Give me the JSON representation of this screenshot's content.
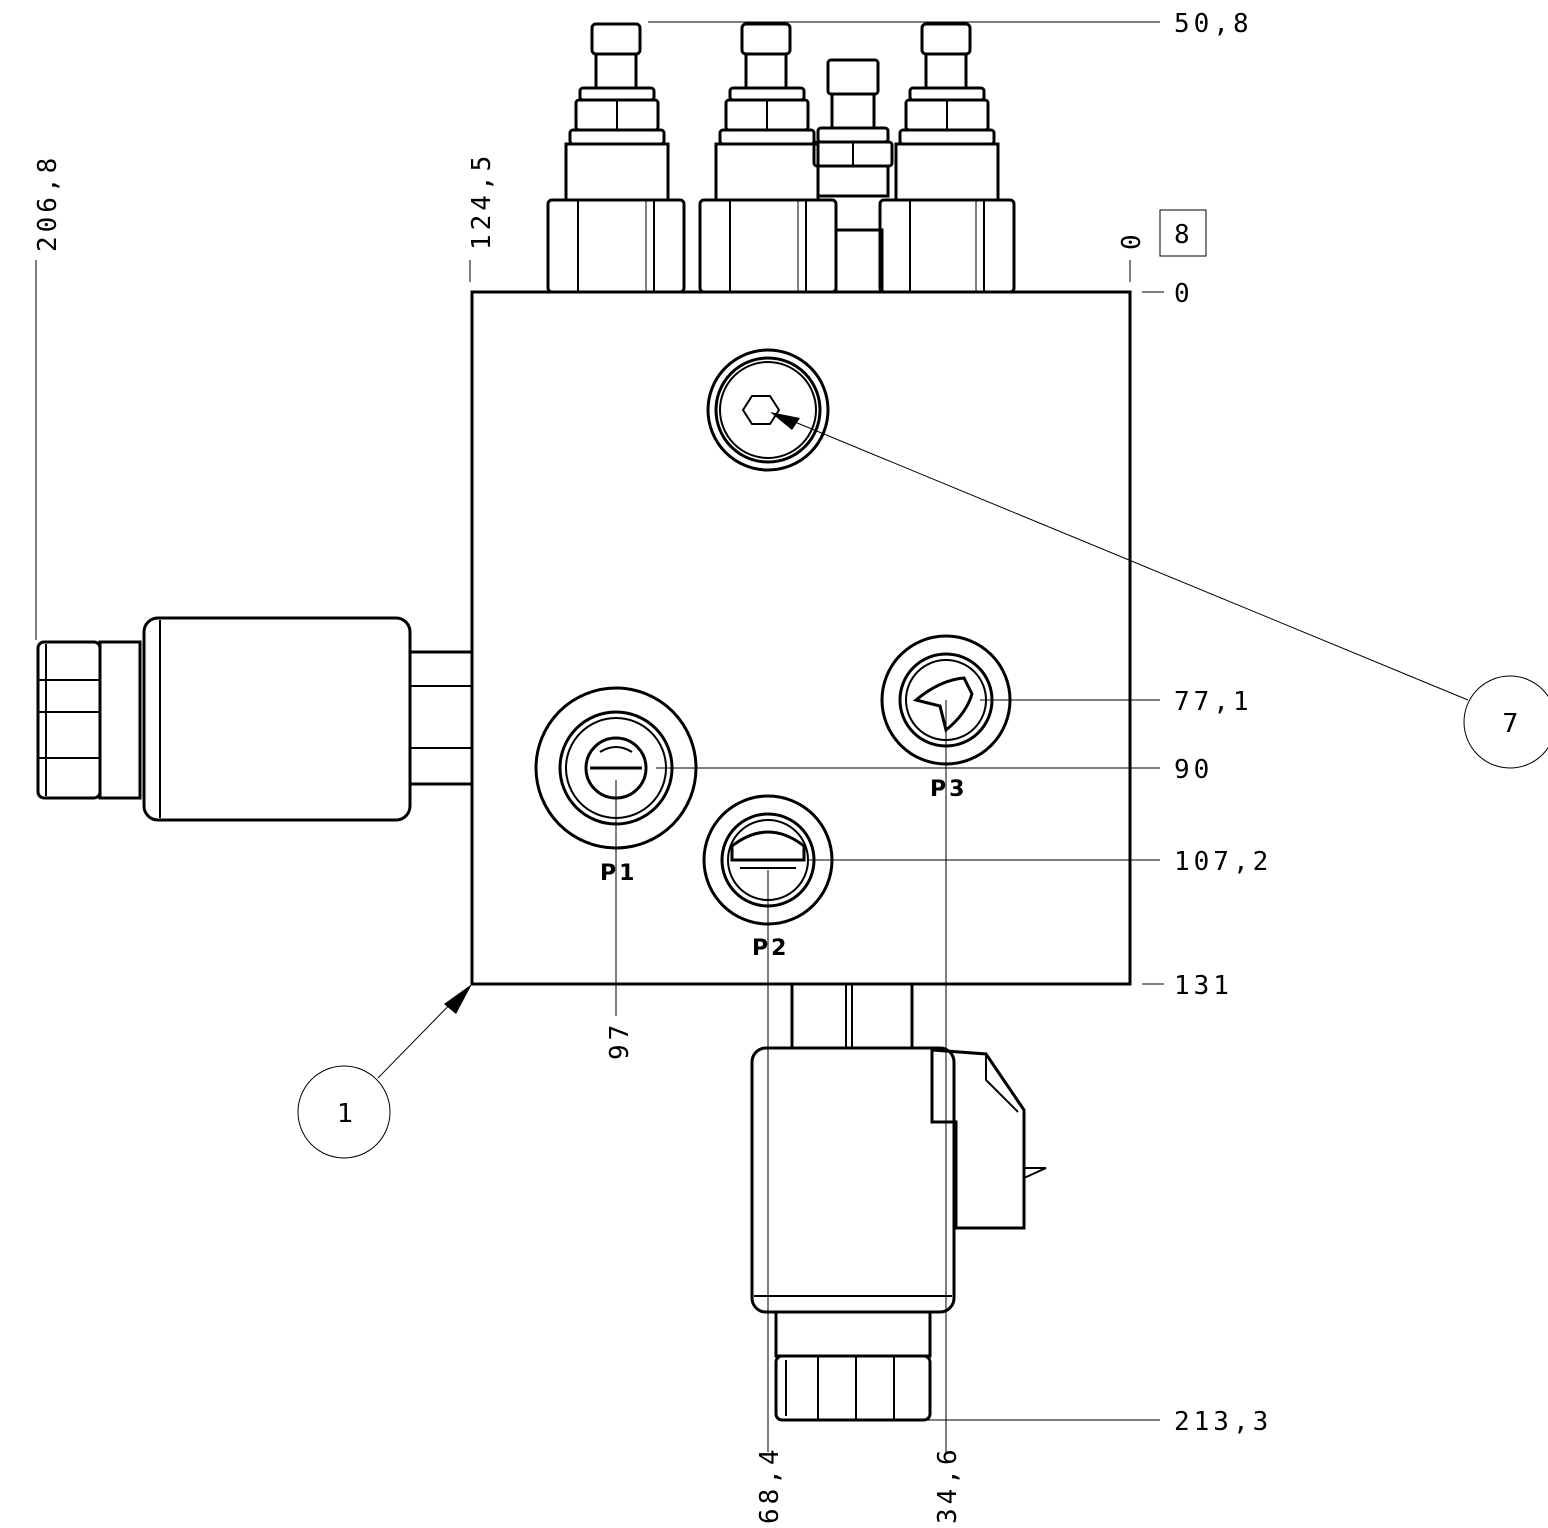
{
  "dimensions": {
    "top_right": "50,8",
    "left_vertical": "206,8",
    "top_vertical": "124,5",
    "zero_vertical": "0",
    "zero_horizontal": "0",
    "p3_right": "77,1",
    "p1_right": "90",
    "p2_right": "107,2",
    "bottom_right": "131",
    "coil_bottom": "213,3",
    "p1_bottom": "97",
    "p2_bottom": "68,4",
    "p3_bottom": "34,6"
  },
  "boxed_reference": "8",
  "ports": {
    "p1": "P1",
    "p2": "P2",
    "p3": "P3"
  },
  "balloons": {
    "body": "1",
    "plug": "7"
  }
}
